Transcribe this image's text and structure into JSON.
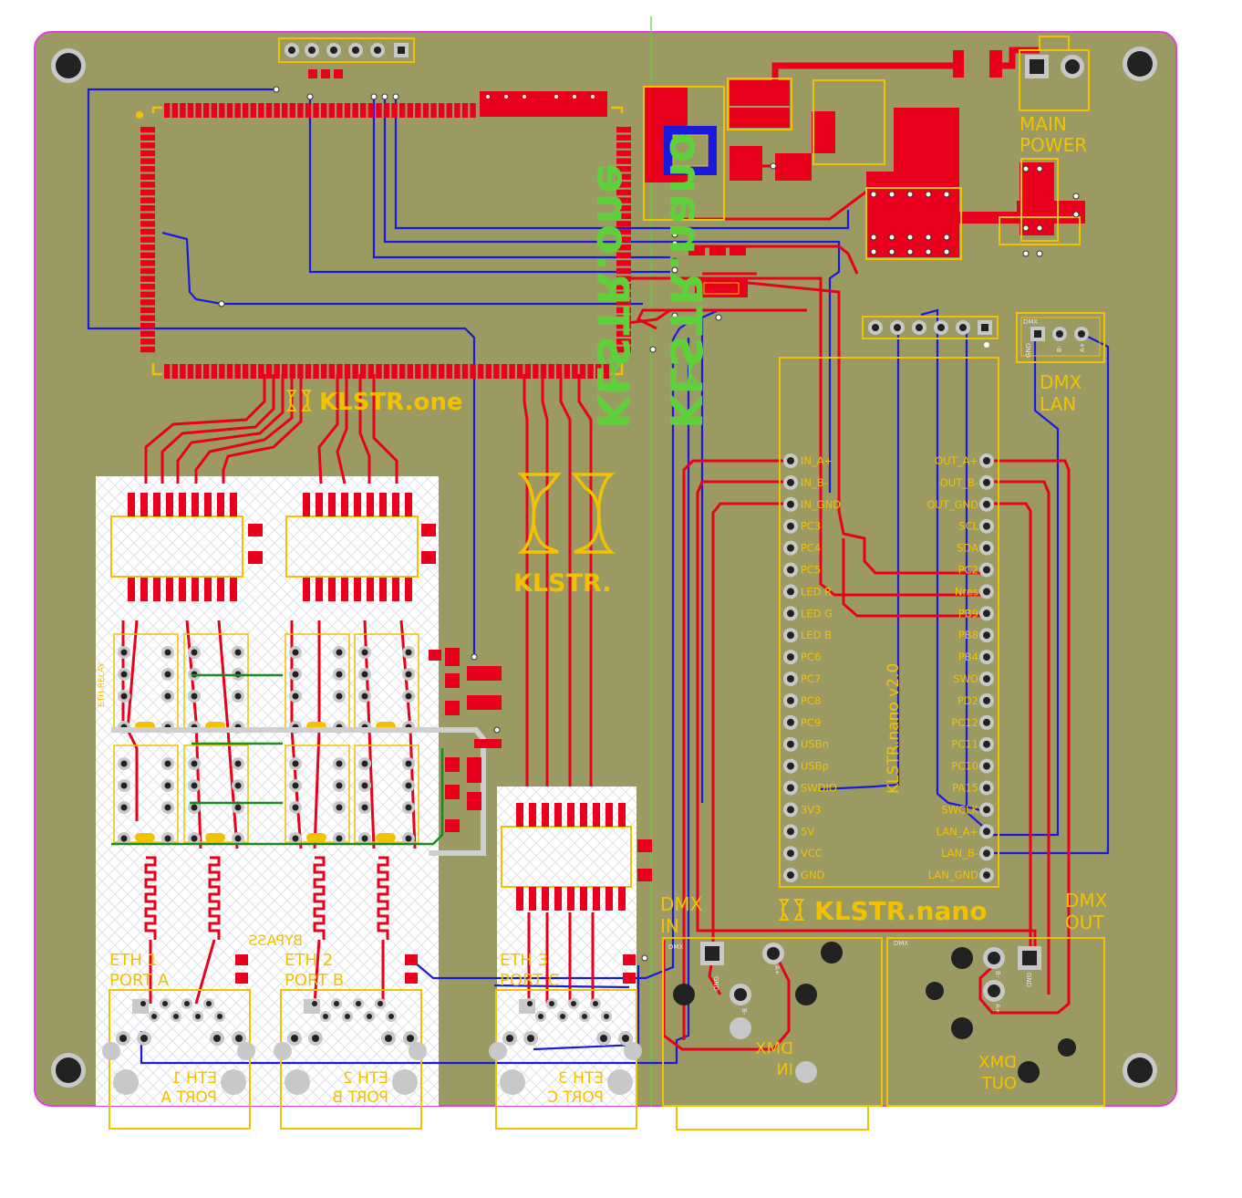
{
  "board": {
    "colors": {
      "background": "#ffffff",
      "substrate": "#9c9a63",
      "outline": "#e040e0",
      "top_copper": "#e8001c",
      "bottom_copper": "#1a1adf",
      "silkscreen": "#f2c200",
      "mid_layer": "#1d8a1d",
      "keepout": "#ffffff",
      "pad": "#c8c8c8",
      "guide": "#5ed13a"
    },
    "labels": {
      "main_module": "KLSTR.one",
      "main_module_mirrored": "KLSTR.one",
      "nano_mirrored": "KLSTR.nano",
      "center_logo": "KLSTR.",
      "nano_module": "KLSTR.nano",
      "nano_version": "KLSTR.nano v2.0",
      "main_power_line1": "MAIN",
      "main_power_line2": "POWER",
      "dmx_lan_line1": "DMX",
      "dmx_lan_line2": "LAN",
      "dmx_in_line1": "DMX",
      "dmx_in_line2": "IN",
      "dmx_out_line1": "DMX",
      "dmx_out_line2": "OUT",
      "eth_relay": "ETH RELAY",
      "bypass": "BYPASS",
      "dmx_in_bottom_line1": "DMX",
      "dmx_in_bottom_line2": "IN",
      "dmx_out_bottom_line1": "DMX",
      "dmx_out_bottom_line2": "OUT",
      "dmx_lan_small": "DMX",
      "dmx_in_small": "DMX",
      "dmx_out_small": "DMX"
    },
    "eth_ports": [
      {
        "top_line1": "ETH 1",
        "top_line2": "PORT A",
        "bottom_line1": "ETH 1",
        "bottom_line2": "PORT A"
      },
      {
        "top_line1": "ETH 2",
        "top_line2": "PORT B",
        "bottom_line1": "ETH 2",
        "bottom_line2": "PORT B"
      },
      {
        "top_line1": "ETH 3",
        "top_line2": "PORT C",
        "bottom_line1": "ETH 3",
        "bottom_line2": "PORT C"
      }
    ],
    "nano_left_pins": [
      "IN_A+",
      "IN_B-",
      "IN_GND",
      "PC3",
      "PC4",
      "PC5",
      "LED R",
      "LED G",
      "LED B",
      "PC6",
      "PC7",
      "PC8",
      "PC9",
      "USBn",
      "USBp",
      "SWDIO",
      "3V3",
      "5V",
      "VCC",
      "GND"
    ],
    "nano_right_pins": [
      "OUT_A+",
      "OUT_B-",
      "OUT_GND",
      "SCL",
      "SDA",
      "PC2",
      "Nres",
      "PB9",
      "PB8",
      "PB4",
      "SWO",
      "PD2",
      "PC12",
      "PC11",
      "PC10",
      "PA15",
      "SWCLK",
      "LAN_A+",
      "LAN_B-",
      "LAN_GND"
    ],
    "connector_pin_labels": {
      "dmx_lan": [
        "GND",
        "B-",
        "A+"
      ],
      "dmx_in": [
        "GND",
        "B-",
        "A+"
      ],
      "dmx_out": [
        "GND",
        "B-",
        "A+"
      ]
    }
  }
}
